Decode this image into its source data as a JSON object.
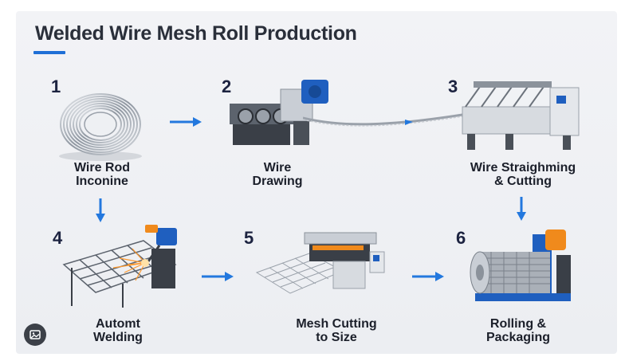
{
  "title": "Welded Wire Mesh Roll Production",
  "steps": [
    {
      "number": "1",
      "line1": "Wire Rod",
      "line2": "Inconine"
    },
    {
      "number": "2",
      "line1": "Wire",
      "line2": "Drawing"
    },
    {
      "number": "3",
      "line1": "Wire Straighming",
      "line2": "& Cutting"
    },
    {
      "number": "4",
      "line1": "Automt",
      "line2": "Welding"
    },
    {
      "number": "5",
      "line1": "Mesh Cutting",
      "line2": "to Size"
    },
    {
      "number": "6",
      "line1": "Rolling &",
      "line2": "Packaging"
    }
  ],
  "colors": {
    "accent": "#1f6fd6",
    "machine_blue": "#1f5fbf",
    "orange": "#f08a1c",
    "text": "#1b1f2a"
  },
  "icons": {
    "gallery": "image-gallery-icon",
    "arrow": "arrow-right-icon"
  }
}
